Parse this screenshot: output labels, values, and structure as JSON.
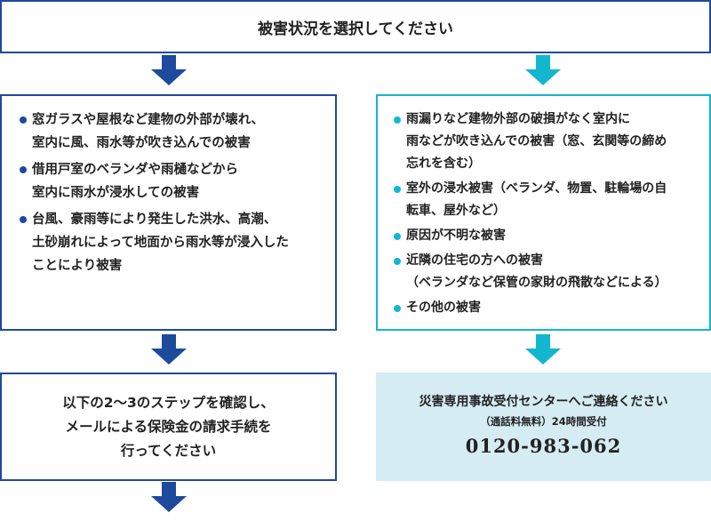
{
  "header": {
    "title": "被害状況を選択してください"
  },
  "left_panel": {
    "items": [
      "窓ガラスや屋根など建物の外部が壊れ、\n室内に風、雨水等が吹き込んでの被害",
      "借用戸室のベランダや雨樋などから\n室内に雨水が浸水しての被害",
      "台風、豪雨等により発生した洪水、高潮、\n土砂崩れによって地面から雨水等が浸入した\nことにより被害"
    ]
  },
  "right_panel": {
    "items": [
      "雨漏りなど建物外部の破損がなく室内に\n雨などが吹き込んでの被害（窓、玄関等の締め\n忘れを含む）",
      "室外の浸水被害（ベランダ、物置、駐輪場の自\n転車、屋外など）",
      "原因が不明な被害",
      "近隣の住宅の方への被害\n（ベランダなど保管の家財の飛散などによる）",
      "その他の被害"
    ]
  },
  "left_result": {
    "lines": [
      "以下の2〜3のステップを確認し、",
      "メールによる保険金の請求手続を",
      "行ってください"
    ]
  },
  "right_result": {
    "title": "災害専用事故受付センターへご連絡ください",
    "note": "（通話料無料）24時間受付",
    "phone": "0120-983-062"
  },
  "colors": {
    "left_accent": "#1e4a9c",
    "right_accent": "#13b6cf",
    "contact_bg": "#d5ecf3"
  }
}
